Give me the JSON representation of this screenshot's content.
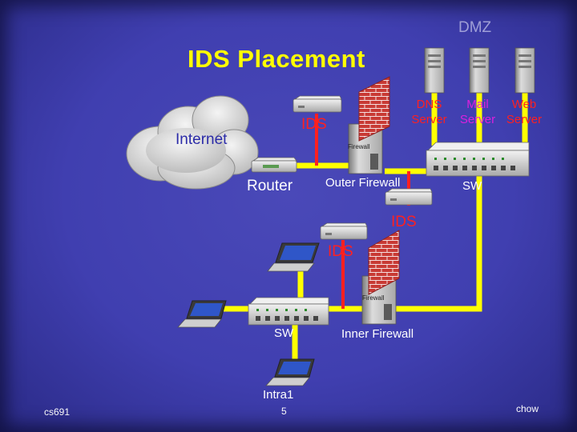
{
  "title": "IDS Placement",
  "dmz_label": "DMZ",
  "internet_label": "Internet",
  "router_label": "Router",
  "outer_ids_label": "IDS",
  "outer_firewall_label": "Outer Firewall",
  "dmz_servers": [
    {
      "line1": "DNS",
      "line2": "Server"
    },
    {
      "line1": "Mail",
      "line2": "Server"
    },
    {
      "line1": "Web",
      "line2": "Server"
    }
  ],
  "dmz_switch_label": "SW",
  "middle_ids_label": "IDS",
  "inner_ids_label": "IDS",
  "inner_firewall_label": "Inner Firewall",
  "inner_switch_label": "SW",
  "intranet_label": "Intra1",
  "firewall_device_text": "Firewall",
  "footer": {
    "left": "cs691",
    "center": "5",
    "right": "chow"
  },
  "colors": {
    "background": "#403fb0",
    "link": "#ffff00",
    "ids_link": "#ff2020",
    "title": "#ffff00",
    "label": "#ffffff"
  }
}
